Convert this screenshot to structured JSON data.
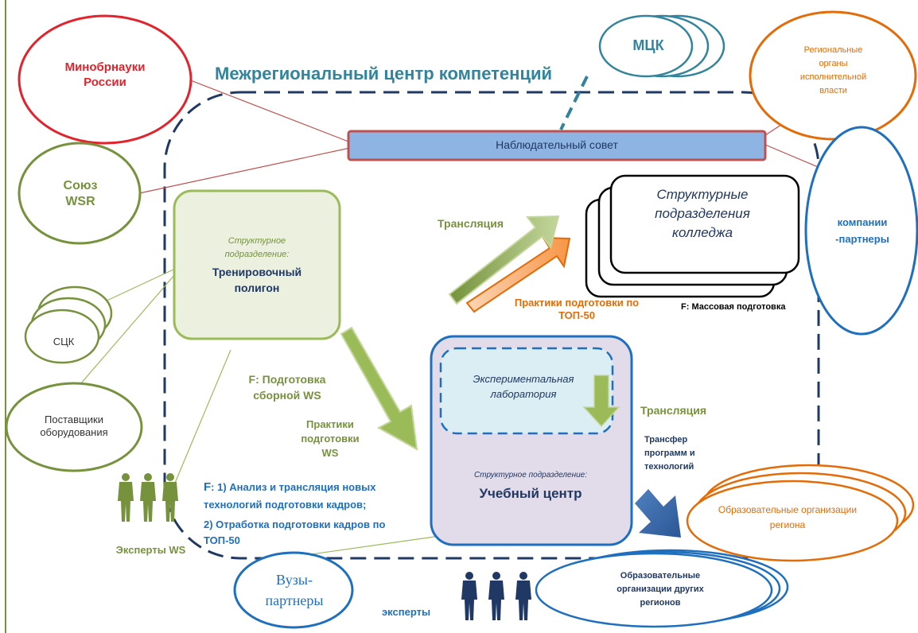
{
  "title": "Межрегиональный центр компетенций",
  "nodes": {
    "minobr": "Минобрнауки России",
    "soyuz": "Союз WSR",
    "sck": "СЦК",
    "suppliers": "Поставщики оборудования",
    "mck": "МЦК",
    "regional": "Региональные органы исполнительной власти",
    "partners": "компании -партнеры",
    "board": "Наблюдательный совет",
    "training_sub": "Структурное подразделение:",
    "training_name": "Тренировочный полигон",
    "college": "Структурные подразделения колледжа",
    "lab": "Экспериментальная лаборатория",
    "center_sub": "Структурное подразделение:",
    "center_name": "Учебный центр",
    "edu_region": "Образовательные организации региона",
    "edu_other": "Образовательные организации других регионов",
    "vuzy": "Вузы-партнеры"
  },
  "labels": {
    "translation_top": "Трансляция",
    "practices_top50": "Практики подготовки по ТОП-50",
    "mass_training": "F: Массовая подготовка",
    "f_team": "F: Подготовка сборной WS",
    "ws_practices": "Практики подготовки WS",
    "translation_right": "Трансляция",
    "transfer": "Трансфер программ и технологий",
    "f_prefix": "F",
    "f_line1": ": 1) Анализ и трансляция новых",
    "f_line2": "технологий подготовки кадров;",
    "f_line3": "2) Отработка подготовки кадров по",
    "f_line4": "ТОП-50",
    "experts_ws": "Эксперты WS",
    "experts": "эксперты"
  },
  "colors": {
    "red": "#e3232c",
    "green": "#76923c",
    "teal": "#31849b",
    "orange": "#e36c09",
    "blue": "#1f6fbf",
    "navy": "#1f3864",
    "board_fill": "#8eb4e3",
    "polygon_fill": "#ebf1de",
    "center_fill": "#e2dcea",
    "lab_fill": "#dbeef4"
  },
  "icons": {
    "experts_ws_figures": "person-figures-green",
    "experts_figures": "person-figures-blue"
  }
}
